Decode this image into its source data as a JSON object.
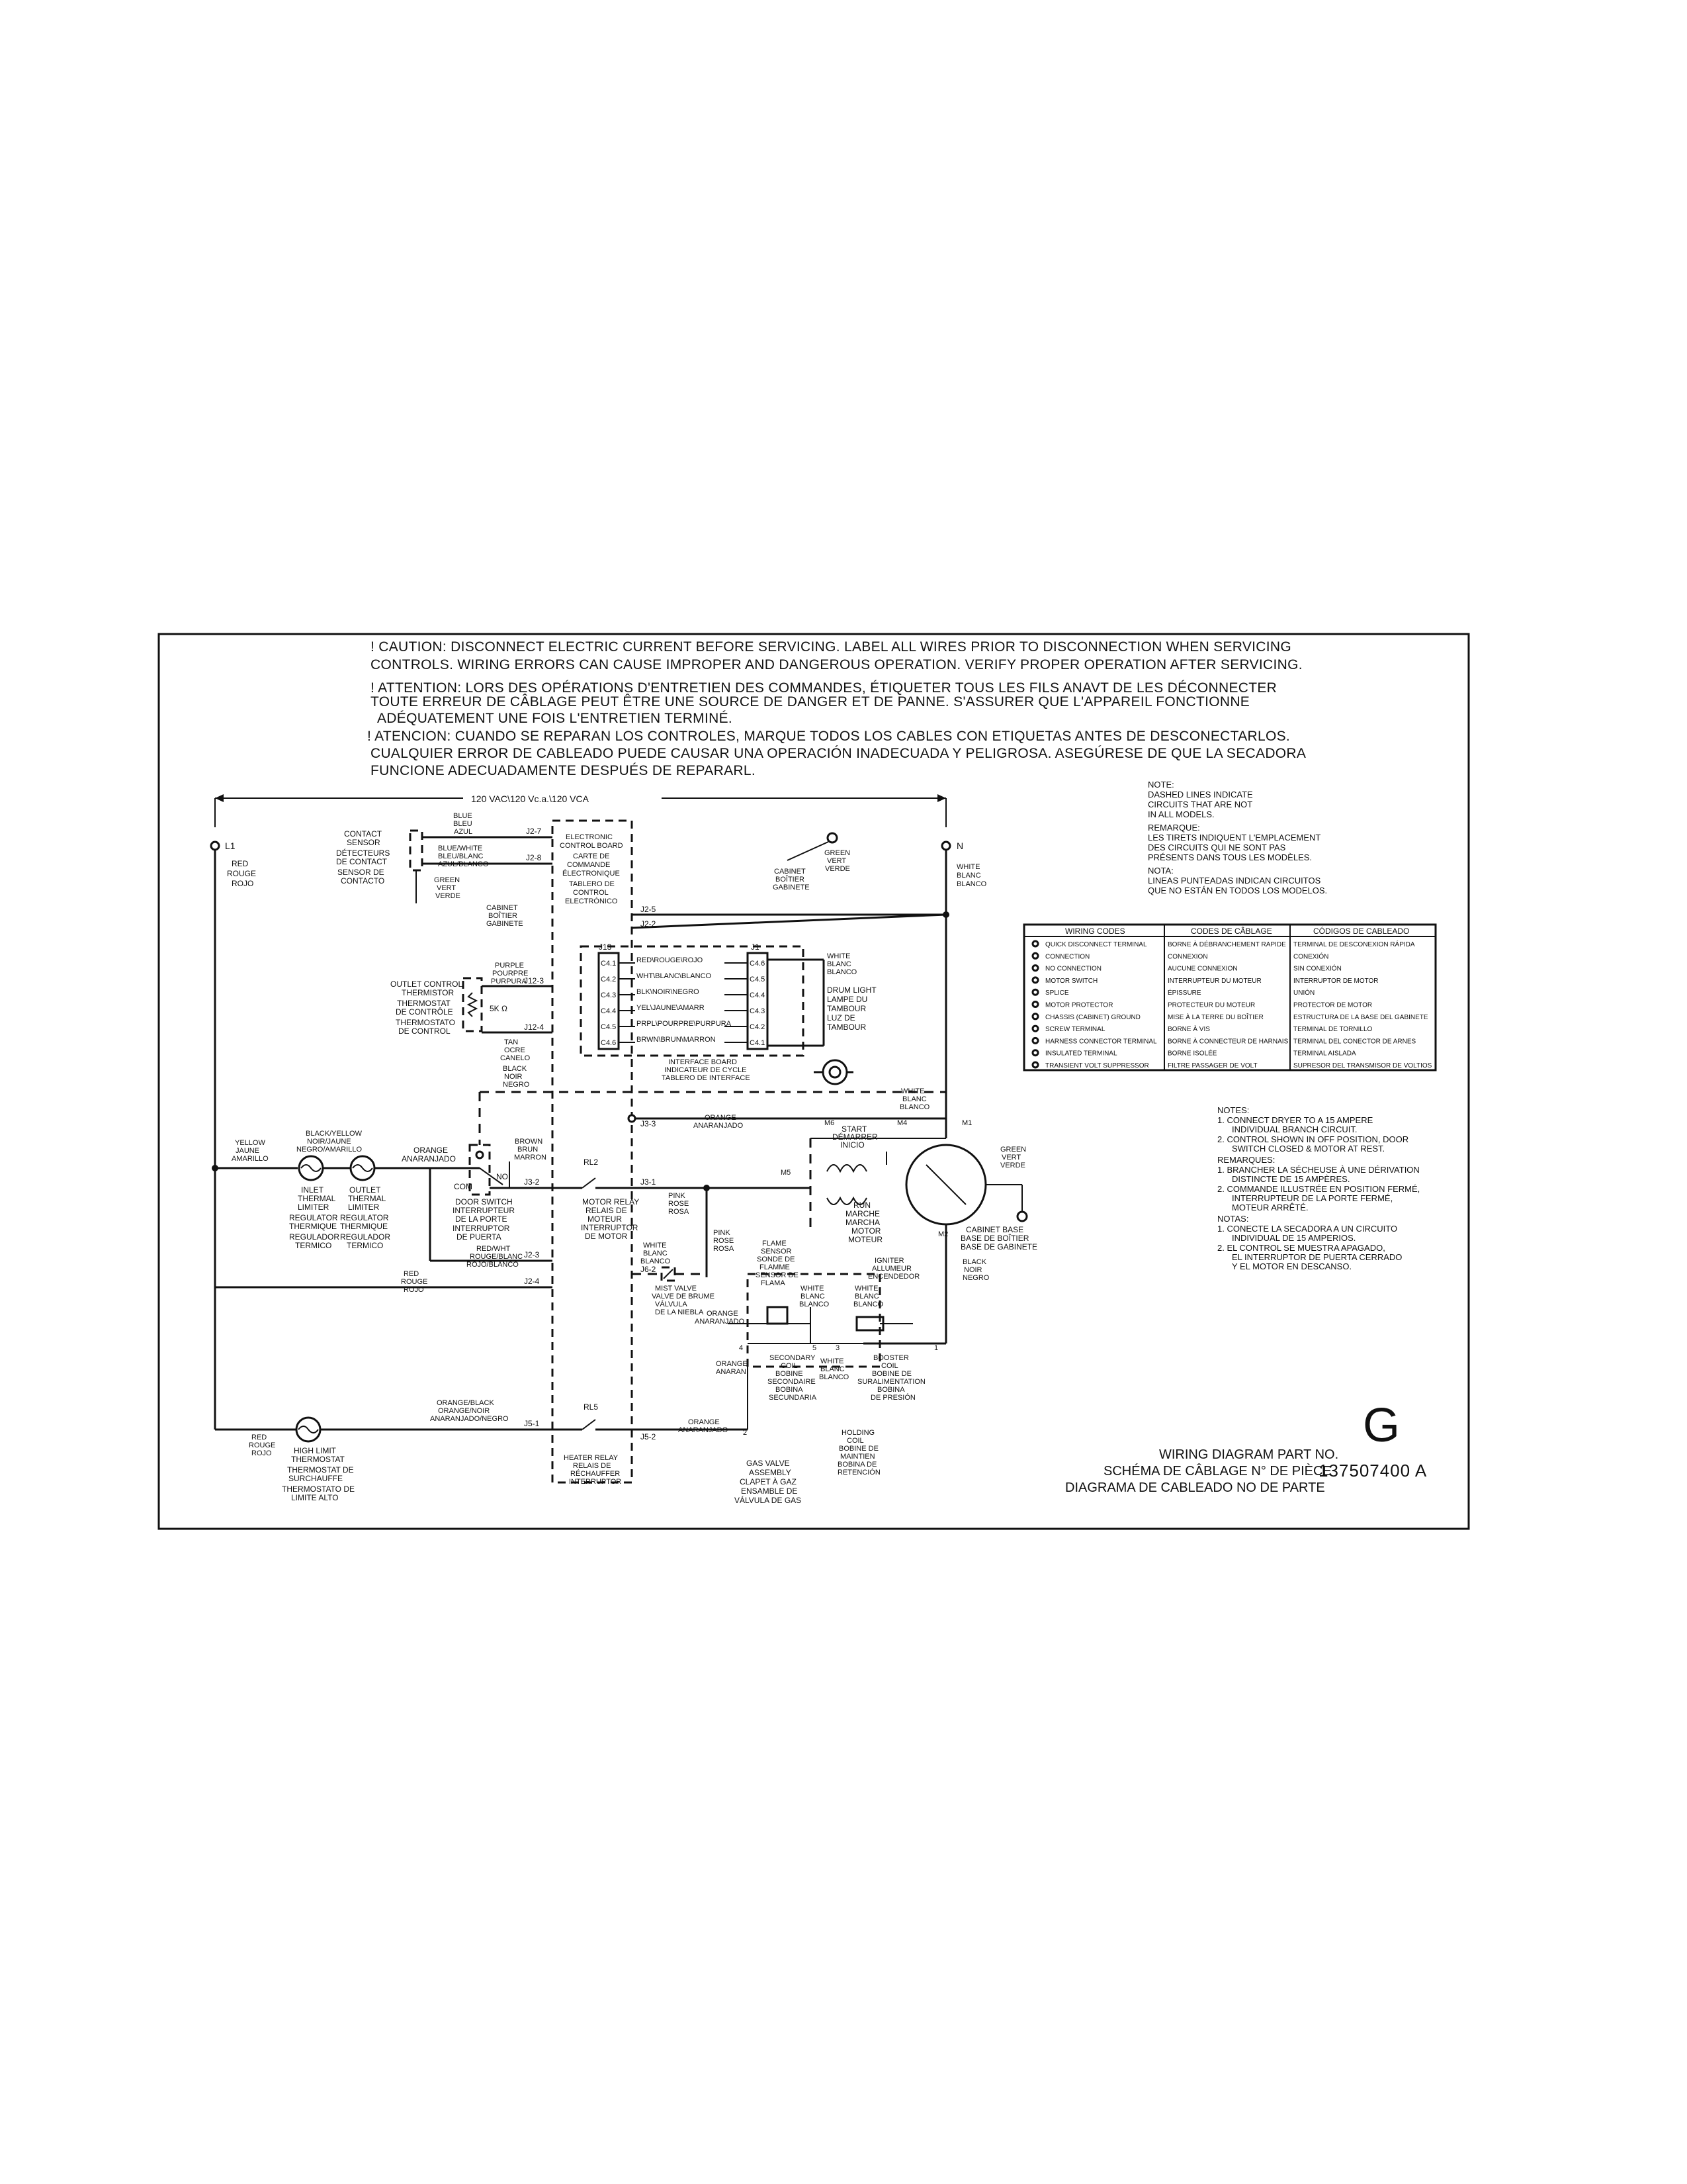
{
  "caution": {
    "en_1": "! CAUTION: DISCONNECT ELECTRIC CURRENT BEFORE SERVICING. LABEL ALL WIRES PRIOR TO DISCONNECTION WHEN SERVICING",
    "en_2": "CONTROLS. WIRING ERRORS CAN CAUSE IMPROPER AND DANGEROUS OPERATION. VERIFY PROPER OPERATION AFTER SERVICING.",
    "fr_1": "! ATTENTION: LORS DES OPÉRATIONS D'ENTRETIEN DES COMMANDES, ÉTIQUETER TOUS LES FILS ANAVT DE LES DÉCONNECTER",
    "fr_2": "TOUTE ERREUR DE CÂBLAGE PEUT ÊTRE UNE SOURCE DE DANGER ET DE PANNE. S'ASSURER QUE L'APPAREIL FONCTIONNE",
    "fr_3": "ADÉQUATEMENT UNE FOIS L'ENTRETIEN TERMINÉ.",
    "es_1": "! ATENCION: CUANDO SE REPARAN LOS CONTROLES, MARQUE TODOS LOS CABLES CON ETIQUETAS ANTES DE DESCONECTARLOS.",
    "es_2": "CUALQUIER ERROR DE CABLEADO PUEDE CAUSAR UNA OPERACIÓN INADECUADA Y PELIGROSA. ASEGÚRESE DE QUE LA SECADORA",
    "es_3": "FUNCIONE ADECUADAMENTE DESPUÉS DE REPARARL."
  },
  "supply": {
    "voltage": "120 VAC\\120 Vc.a.\\120 VCA",
    "l1": "L1",
    "n": "N",
    "l1_color": [
      "RED",
      "ROUGE",
      "ROJO"
    ],
    "n_color": [
      "WHITE",
      "BLANC",
      "BLANCO"
    ]
  },
  "note_dashed": [
    "NOTE:",
    "DASHED LINES INDICATE",
    "CIRCUITS THAT ARE NOT",
    "IN ALL MODELS.",
    "REMARQUE:",
    "LES TIRETS INDIQUENT L'EMPLACEMENT",
    "DES CIRCUITS QUI NE SONT PAS",
    "PRÉSENTS DANS TOUS LES MODÈLES.",
    "NOTA:",
    "LINEAS PUNTEADAS INDICAN CIRCUITOS",
    "QUE NO ESTÁN EN TODOS LOS MODELOS."
  ],
  "wiring_codes": {
    "headers": [
      "WIRING CODES",
      "CODES DE CÂBLAGE",
      "CÓDIGOS DE CABLEADO"
    ],
    "rows": [
      [
        "QUICK DISCONNECT TERMINAL",
        "BORNE À DÉBRANCHEMENT RAPIDE",
        "TERMINAL DE DESCONEXION RÁPIDA"
      ],
      [
        "CONNECTION",
        "CONNEXION",
        "CONEXIÓN"
      ],
      [
        "NO CONNECTION",
        "AUCUNE CONNEXION",
        "SIN CONEXIÓN"
      ],
      [
        "MOTOR SWITCH",
        "INTERRUPTEUR DU MOTEUR",
        "INTERRUPTOR DE MOTOR"
      ],
      [
        "SPLICE",
        "ÉPISSURE",
        "UNIÓN"
      ],
      [
        "MOTOR PROTECTOR",
        "PROTECTEUR DU MOTEUR",
        "PROTECTOR DE MOTOR"
      ],
      [
        "CHASSIS (CABINET) GROUND",
        "MISE À LA TERRE DU BOÎTIER",
        "ESTRUCTURA DE LA BASE DEL GABINETE"
      ],
      [
        "SCREW TERMINAL",
        "BORNE À VIS",
        "TERMINAL DE TORNILLO"
      ],
      [
        "HARNESS CONNECTOR TERMINAL",
        "BORNE À CONNECTEUR DE HARNAIS",
        "TERMINAL DEL CONECTOR DE ARNES"
      ],
      [
        "INSULATED TERMINAL",
        "BORNE ISOLÉE",
        "TERMINAL AISLADA"
      ],
      [
        "TRANSIENT VOLT SUPPRESSOR",
        "FILTRE PASSAGER DE VOLT",
        "SUPRESOR DEL TRANSMISOR DE VOLTIOS"
      ]
    ]
  },
  "notes": [
    "NOTES:",
    "1. CONNECT DRYER TO A 15 AMPERE",
    "INDIVIDUAL BRANCH CIRCUIT.",
    "2. CONTROL SHOWN IN OFF POSITION, DOOR",
    "SWITCH CLOSED & MOTOR AT REST.",
    "REMARQUES:",
    "1. BRANCHER LA SÉCHEUSE À UNE DÉRIVATION",
    "DISTINCTE DE 15 AMPÈRES.",
    "2. COMMANDE ILLUSTRÉE EN POSITION FERMÉ,",
    "INTERRUPTEUR DE LA PORTE FERMÉ,",
    "MOTEUR ARRÊTÉ.",
    "NOTAS:",
    "1. CONECTE LA SECADORA A UN CIRCUITO",
    "INDIVIDUAL DE 15 AMPERIOS.",
    "2. EL CONTROL SE MUESTRA APAGADO,",
    "EL INTERRUPTOR DE PUERTA CERRADO",
    "Y EL MOTOR EN DESCANSO."
  ],
  "board": {
    "name": [
      "ELECTRONIC",
      "CONTROL BOARD",
      "CARTE DE",
      "COMMANDE",
      "ÉLECTRONIQUE",
      "TABLERO DE",
      "CONTROL",
      "ELECTRÓNICO"
    ],
    "j2_7": "J2-7",
    "j2_8": "J2-8",
    "j2_5": "J2-5",
    "j2_2": "J2-2",
    "j12_3": "J12-3",
    "j12_4": "J12-4",
    "j13": "J13",
    "j1": "J1",
    "j3_3": "J3-3",
    "j3_2": "J3-2",
    "j3_1": "J3-1",
    "j2_3": "J2-3",
    "j2_4": "J2-4",
    "j6_2": "J6-2",
    "j5_1": "J5-1",
    "j5_2": "J5-2",
    "rl2": "RL2",
    "rl5": "RL5"
  },
  "sensor": {
    "name": [
      "CONTACT",
      "SENSOR",
      "DÉTECTEURS",
      "DE CONTACT",
      "SENSOR DE",
      "CONTACTO"
    ],
    "top_wire": [
      "BLUE",
      "BLEU",
      "AZUL"
    ],
    "bot_wire": [
      "BLUE/WHITE",
      "BLEU/BLANC",
      "AZUL/BLANCO"
    ],
    "ground": [
      "GREEN",
      "VERT",
      "VERDE"
    ],
    "cabinet": [
      "CABINET",
      "BOÎTIER",
      "GABINETE"
    ]
  },
  "ground_top": {
    "color": [
      "GREEN",
      "VERT",
      "VERDE"
    ],
    "cabinet": [
      "CABINET",
      "BOÎTIER",
      "GABINETE"
    ]
  },
  "thermistor": {
    "name": [
      "OUTLET CONTROL",
      "THERMISTOR",
      "THERMOSTAT",
      "DE CONTRÔLE",
      "THERMOSTATO",
      "DE CONTROL"
    ],
    "value": "5K Ω",
    "top_wire": [
      "PURPLE",
      "POURPRE",
      "PURPURA"
    ],
    "bot_wire": [
      "TAN",
      "OCRE",
      "CANELO"
    ]
  },
  "interface": {
    "pins_left": [
      "C4.1",
      "C4.2",
      "C4.3",
      "C4.4",
      "C4.5",
      "C4.6"
    ],
    "pins_right": [
      "C4.6",
      "C4.5",
      "C4.4",
      "C4.3",
      "C4.2",
      "C4.1"
    ],
    "wires": [
      "RED\\ROUGE\\ROJO",
      "WHT\\BLANC\\BLANCO",
      "BLK\\NOIR\\NEGRO",
      "YEL\\JAUNE\\AMARR",
      "PRPL\\POURPRE\\PURPURA",
      "BRWN\\BRUN\\MARRON"
    ],
    "name": [
      "INTERFACE BOARD",
      "INDICATEUR DE CYCLE",
      "TABLERO DE INTERFACE"
    ],
    "white": [
      "WHITE",
      "BLANC",
      "BLANCO"
    ],
    "drum_light": [
      "DRUM LIGHT",
      "LAMPE DU",
      "TAMBOUR",
      "LUZ DE",
      "TAMBOUR"
    ]
  },
  "lower": {
    "black": [
      "BLACK",
      "NOIR",
      "NEGRO"
    ],
    "yellow": [
      "YELLOW",
      "JAUNE",
      "AMARILLO"
    ],
    "blk_yel": [
      "BLACK/YELLOW",
      "NOIR/JAUNE",
      "NEGRO/AMARILLO"
    ],
    "orange": [
      "ORANGE",
      "ANARANJADO"
    ],
    "brown": [
      "BROWN",
      "BRUN",
      "MARRON"
    ],
    "inlet": [
      "INLET",
      "THERMAL",
      "LIMITER",
      "REGULATOR",
      "THERMIQUE",
      "REGULADOR",
      "TERMICO"
    ],
    "outlet": [
      "OUTLET",
      "THERMAL",
      "LIMITER",
      "REGULATOR",
      "THERMIQUE",
      "REGULADOR",
      "TERMICO"
    ],
    "com": "COM",
    "no": "NO",
    "door": [
      "DOOR SWITCH",
      "INTERRUPTEUR",
      "DE LA PORTE",
      "INTERRUPTOR",
      "DE PUERTA"
    ],
    "motor_relay": [
      "MOTOR RELAY",
      "RELAIS DE",
      "MOTEUR",
      "INTERRUPTOR",
      "DE MOTOR"
    ],
    "red_wht": [
      "RED/WHT",
      "ROUGE/BLANC",
      "ROJO/BLANCO"
    ],
    "red": [
      "RED",
      "ROUGE",
      "ROJO"
    ],
    "red2": [
      "RED",
      "ROUGE",
      "ROJO"
    ],
    "orange2": [
      "ORANGE",
      "ANARANJADO"
    ],
    "pink": [
      "PINK",
      "ROSE",
      "ROSA"
    ],
    "pink2": [
      "PINK",
      "ROSE",
      "ROSA"
    ],
    "white2": [
      "WHITE",
      "BLANC",
      "BLANCO"
    ],
    "mist": [
      "MIST VALVE",
      "VALVE DE BRUME",
      "VÁLVULA",
      "DE LA NIEBLA"
    ],
    "flame": [
      "FLAME",
      "SENSOR",
      "SONDE DE",
      "FLAMME",
      "SENSOR DE",
      "FLAMA"
    ],
    "igniter": [
      "IGNITER",
      "ALLUMEUR",
      "ENCENDEDOR"
    ],
    "white3": [
      "WHITE",
      "BLANC",
      "BLANCO"
    ],
    "white4": [
      "WHITE",
      "BLANC",
      "BLANCO"
    ],
    "white5": [
      "WHITE",
      "BLANC",
      "BLANCO"
    ],
    "orange3": [
      "ORANGE",
      "ANARANJADO"
    ],
    "orange4": [
      "ORANGE",
      "ANARAN"
    ],
    "secondary": [
      "SECONDARY",
      "COIL",
      "BOBINE",
      "SECONDAIRE",
      "BOBINA",
      "SECUNDARIA"
    ],
    "booster": [
      "BOOSTER",
      "COIL",
      "BOBINE DE",
      "SURALIMENTATION",
      "BOBINA",
      "DE PRESIÓN"
    ],
    "holding": [
      "HOLDING",
      "COIL",
      "BOBINE DE",
      "MAINTIEN",
      "BOBINA DE",
      "RETENCIÓN"
    ],
    "gas": [
      "GAS VALVE",
      "ASSEMBLY",
      "CLAPET À GAZ",
      "ENSAMBLE DE",
      "VÁLVULA DE GAS"
    ],
    "orange_black": [
      "ORANGE/BLACK",
      "ORANGE/NOIR",
      "ANARANJADO/NEGRO"
    ],
    "orange5": [
      "ORANGE",
      "ANARANJADO"
    ],
    "hl": [
      "HIGH LIMIT",
      "THERMOSTAT",
      "THERMOSTAT DE",
      "SURCHAUFFE",
      "THERMOSTATO DE",
      "LIMITE ALTO"
    ],
    "red3": [
      "RED",
      "ROUGE",
      "ROJO"
    ],
    "heater_relay": [
      "HEATER RELAY",
      "RELAIS DE",
      "RÉCHAUFFER",
      "INTERRUPTOR"
    ],
    "start": [
      "START",
      "DÉMARRER",
      "INICIO"
    ],
    "run": [
      "RUN",
      "MARCHE",
      "MARCHA"
    ],
    "motor": [
      "MOTOR",
      "MOTEUR"
    ],
    "m_terms": [
      "M6",
      "M5",
      "M4",
      "M1",
      "M2"
    ],
    "white6": [
      "WHITE",
      "BLANC",
      "BLANCO"
    ],
    "green2": [
      "GREEN",
      "VERT",
      "VERDE"
    ],
    "cab_base": [
      "CABINET BASE",
      "BASE DE BOÎTIER",
      "BASE DE GABINETE"
    ],
    "black2": [
      "BLACK",
      "NOIR",
      "NEGRO"
    ],
    "gv_nums": [
      "4",
      "5",
      "3",
      "1",
      "2"
    ]
  },
  "part": {
    "lines": [
      "WIRING DIAGRAM PART NO.",
      "SCHÉMA DE CÂBLAGE N° DE PIÈCE",
      "DIAGRAMA DE CABLEADO NO DE PARTE"
    ],
    "number": "137507400 A",
    "rev": "G"
  }
}
